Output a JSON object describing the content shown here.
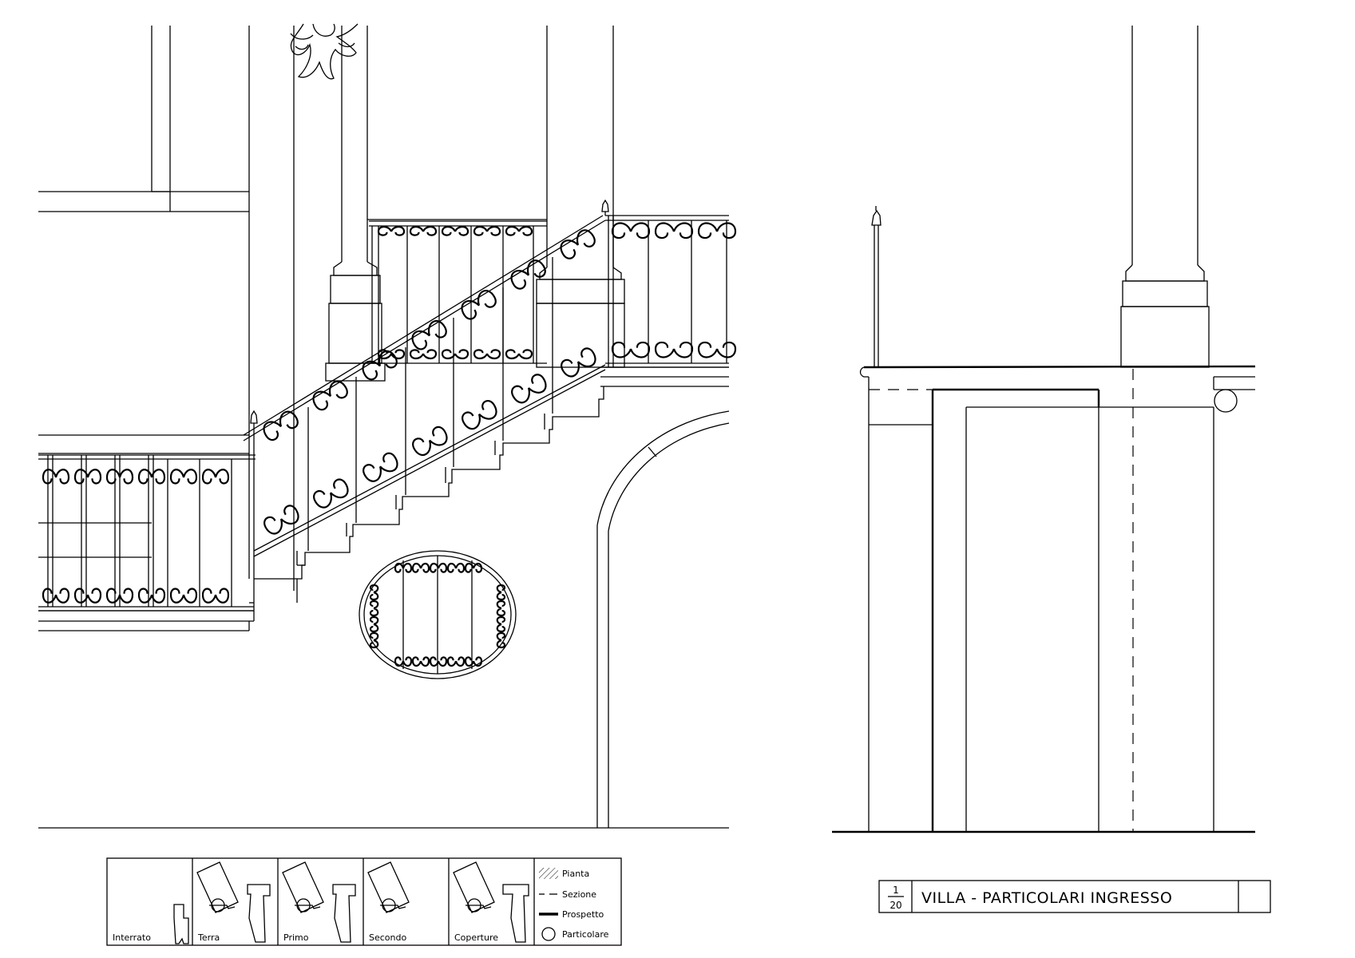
{
  "legend": {
    "floors": [
      "Interrato",
      "Terra",
      "Primo",
      "Secondo",
      "Coperture"
    ],
    "keys": [
      {
        "symbol": "hatch",
        "label": "Pianta"
      },
      {
        "symbol": "dash",
        "label": "Sezione"
      },
      {
        "symbol": "thick",
        "label": "Prospetto"
      },
      {
        "symbol": "circle",
        "label": "Particolare"
      }
    ]
  },
  "title_block": {
    "scale_numerator": "1",
    "scale_denominator": "20",
    "title": "VILLA - PARTICOLARI INGRESSO"
  }
}
